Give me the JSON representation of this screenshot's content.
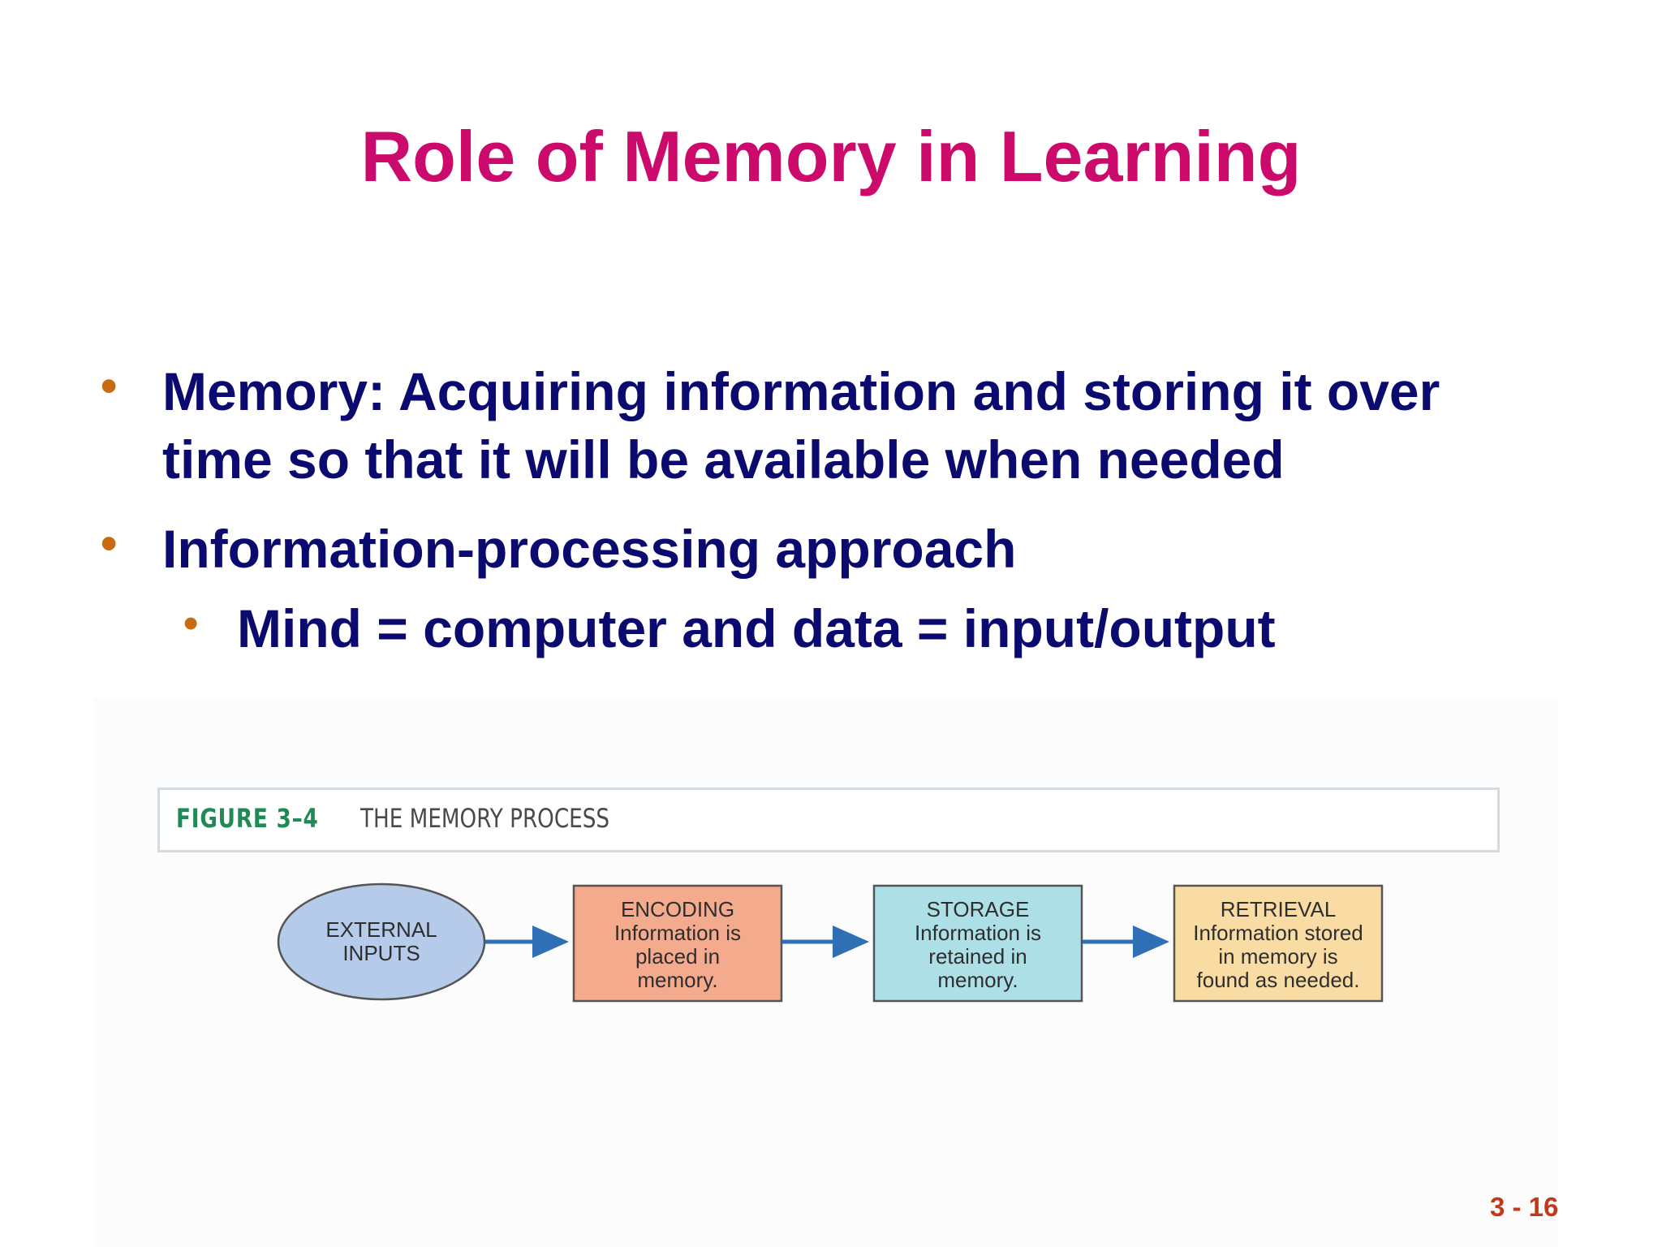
{
  "slide": {
    "title": "Role of Memory in Learning",
    "page_number": "3 - 16"
  },
  "bullets": [
    {
      "text": "Memory: Acquiring information and storing it over time so that it will be available when needed",
      "level": 1
    },
    {
      "text": "Information-processing approach",
      "level": 1
    },
    {
      "text": "Mind = computer and data = input/output",
      "level": 2
    }
  ],
  "figure": {
    "label": "FIGURE 3–4",
    "title": "THE MEMORY PROCESS",
    "nodes": [
      {
        "lines": [
          "EXTERNAL",
          "INPUTS"
        ],
        "shape": "ellipse",
        "color": "#b5cbe9"
      },
      {
        "lines": [
          "ENCODING",
          "Information is",
          "placed in",
          "memory."
        ],
        "shape": "box",
        "color": "#f4aa8c"
      },
      {
        "lines": [
          "STORAGE",
          "Information is",
          "retained in",
          "memory."
        ],
        "shape": "box",
        "color": "#addfe6"
      },
      {
        "lines": [
          "RETRIEVAL",
          "Information stored",
          "in memory is",
          "found as needed."
        ],
        "shape": "box",
        "color": "#f9dca3"
      }
    ],
    "arrow_color": "#2f6fb3"
  },
  "colors": {
    "title": "#cc0a6c",
    "bullet_text": "#0b0b6f",
    "bullet_dot": "#c86a10",
    "page_number": "#c0391b"
  }
}
